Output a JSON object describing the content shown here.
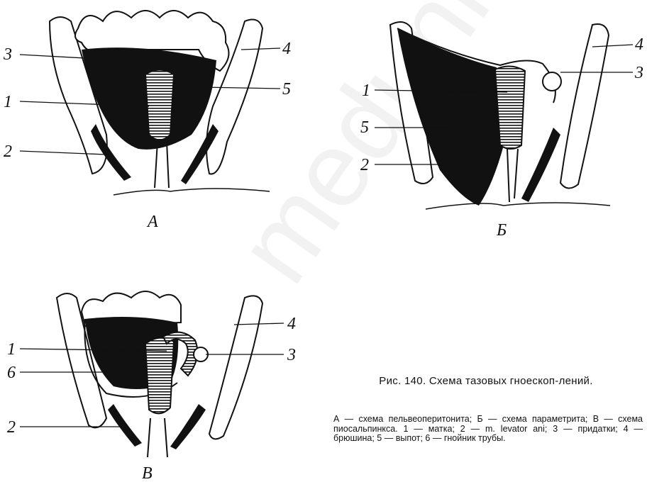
{
  "caption": {
    "title": "Рис. 140. Схема тазовых гноескоп-лений.",
    "legend": "А — схема пельвеоперитонита; Б — схема параметрита; В — схема пиосальпинкса. 1 — матка; 2 — m. levator ani; 3 — придатки; 4 — брюшина; 5 — выпот; 6 — гнойник трубы."
  },
  "panels": {
    "A": {
      "letter": "А",
      "labels": {
        "l1": "1",
        "l2": "2",
        "l3": "3",
        "l4": "4",
        "l5": "5"
      }
    },
    "B": {
      "letter": "Б",
      "labels": {
        "l1": "1",
        "l2": "2",
        "l3": "3",
        "l4": "4",
        "l5": "5"
      }
    },
    "V": {
      "letter": "В",
      "labels": {
        "l1": "1",
        "l2": "2",
        "l3": "3",
        "l4": "4",
        "l6": "6"
      }
    }
  },
  "watermark": "meduniver-lib.ru"
}
